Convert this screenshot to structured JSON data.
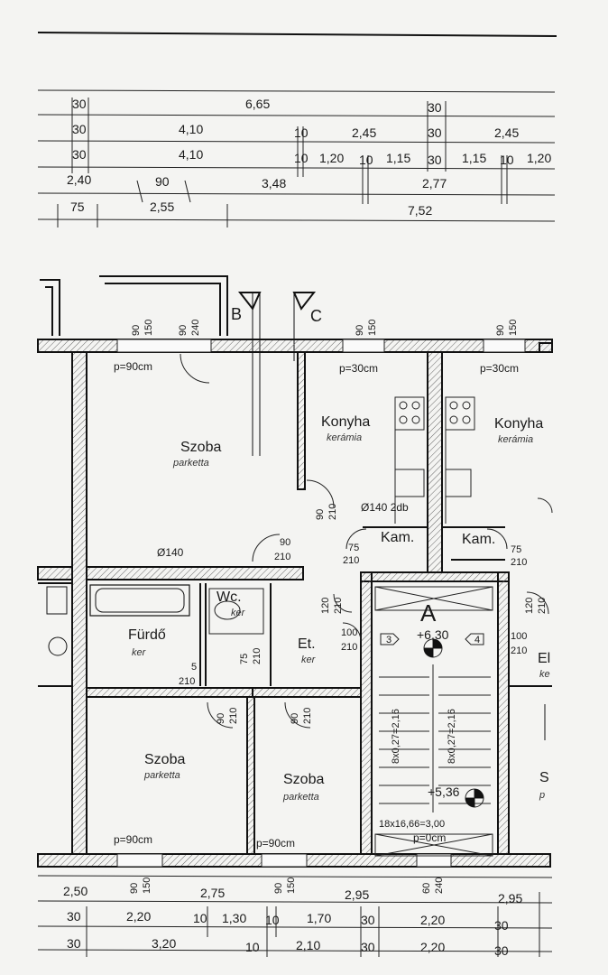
{
  "dims_top": {
    "r1": {
      "a": "30",
      "b": "6,65",
      "c": "30"
    },
    "r2": {
      "a": "30",
      "b": "4,10",
      "c": "10",
      "d": "2,45",
      "e": "30",
      "f": "2,45"
    },
    "r3": {
      "a": "30",
      "b": "4,10",
      "c": "10",
      "d": "1,20",
      "e": "10",
      "f": "1,15",
      "g": "30",
      "h": "1,15",
      "i": "10",
      "j": "1,20"
    },
    "r4": {
      "a": "2,40",
      "b": "90",
      "c": "3,48",
      "d": "2,77"
    },
    "r5": {
      "a": "75",
      "b": "2,55",
      "c": "7,52"
    }
  },
  "dims_bottom": {
    "r1": {
      "a": "2,50",
      "b": "2,75",
      "c": "2,95",
      "d": "2,95"
    },
    "r2": {
      "a": "30",
      "b": "2,20",
      "c": "10",
      "d": "1,30",
      "e": "10",
      "f": "1,70",
      "g": "30",
      "h": "2,20",
      "i": "30"
    },
    "r3": {
      "a": "30",
      "b": "3,20",
      "c": "10",
      "d": "2,10",
      "e": "30",
      "f": "2,20",
      "g": "30"
    }
  },
  "section_marks": {
    "b": "B",
    "c": "C"
  },
  "windows": {
    "w1a": "90",
    "w1b": "150",
    "w1c": "90",
    "w1d": "240",
    "w2a": "90",
    "w2b": "150",
    "w3a": "90",
    "w3b": "150",
    "w4a": "90",
    "w4b": "150",
    "w5a": "90",
    "w5b": "150",
    "w6a": "60",
    "w6b": "240"
  },
  "parapets": {
    "p1": "p=90cm",
    "p2": "p=30cm",
    "p3": "p=30cm",
    "p4": "p=90cm",
    "p5": "p=90cm",
    "p6": "p=0cm"
  },
  "rooms": {
    "szoba1": {
      "name": "Szoba",
      "mat": "parketta"
    },
    "konyha1": {
      "name": "Konyha",
      "mat": "kerámia"
    },
    "konyha2": {
      "name": "Konyha",
      "mat": "kerámia"
    },
    "kam1": {
      "name": "Kam."
    },
    "kam2": {
      "name": "Kam."
    },
    "wc": {
      "name": "Wc.",
      "mat": "ker"
    },
    "furdo": {
      "name": "Fürdő",
      "mat": "ker"
    },
    "et": {
      "name": "Et.",
      "mat": "ker"
    },
    "szoba2": {
      "name": "Szoba",
      "mat": "parketta"
    },
    "szoba3": {
      "name": "Szoba",
      "mat": "parketta"
    }
  },
  "doors": {
    "d1a": "90",
    "d1b": "210",
    "d2a": "90",
    "d2b": "210",
    "d3a": "75",
    "d3b": "210",
    "d4a": "75",
    "d4b": "210",
    "d5a": "120",
    "d5b": "210",
    "d6a": "120",
    "d6b": "210",
    "d7a": "100",
    "d7b": "210",
    "d8a": "100",
    "d8b": "210",
    "d9a": "75",
    "d9b": "210",
    "d10a": "5",
    "d10b": "210",
    "d11a": "90",
    "d11b": "210",
    "d12a": "90",
    "d12b": "210"
  },
  "notes": {
    "pipe1": "Ø140",
    "pipe2": "Ø140 2db",
    "stair_label": "A",
    "level_top": "+6,30",
    "level_bottom": "+5,36",
    "stair_left": "8x0,27=2,16",
    "stair_right": "8x0,27=2,16",
    "stair_total": "18x16,66=3,00",
    "arrow3": "3",
    "arrow4": "4",
    "edge_el": "El",
    "edge_ke": "ke",
    "edge_s": "S",
    "edge_p": "p"
  }
}
